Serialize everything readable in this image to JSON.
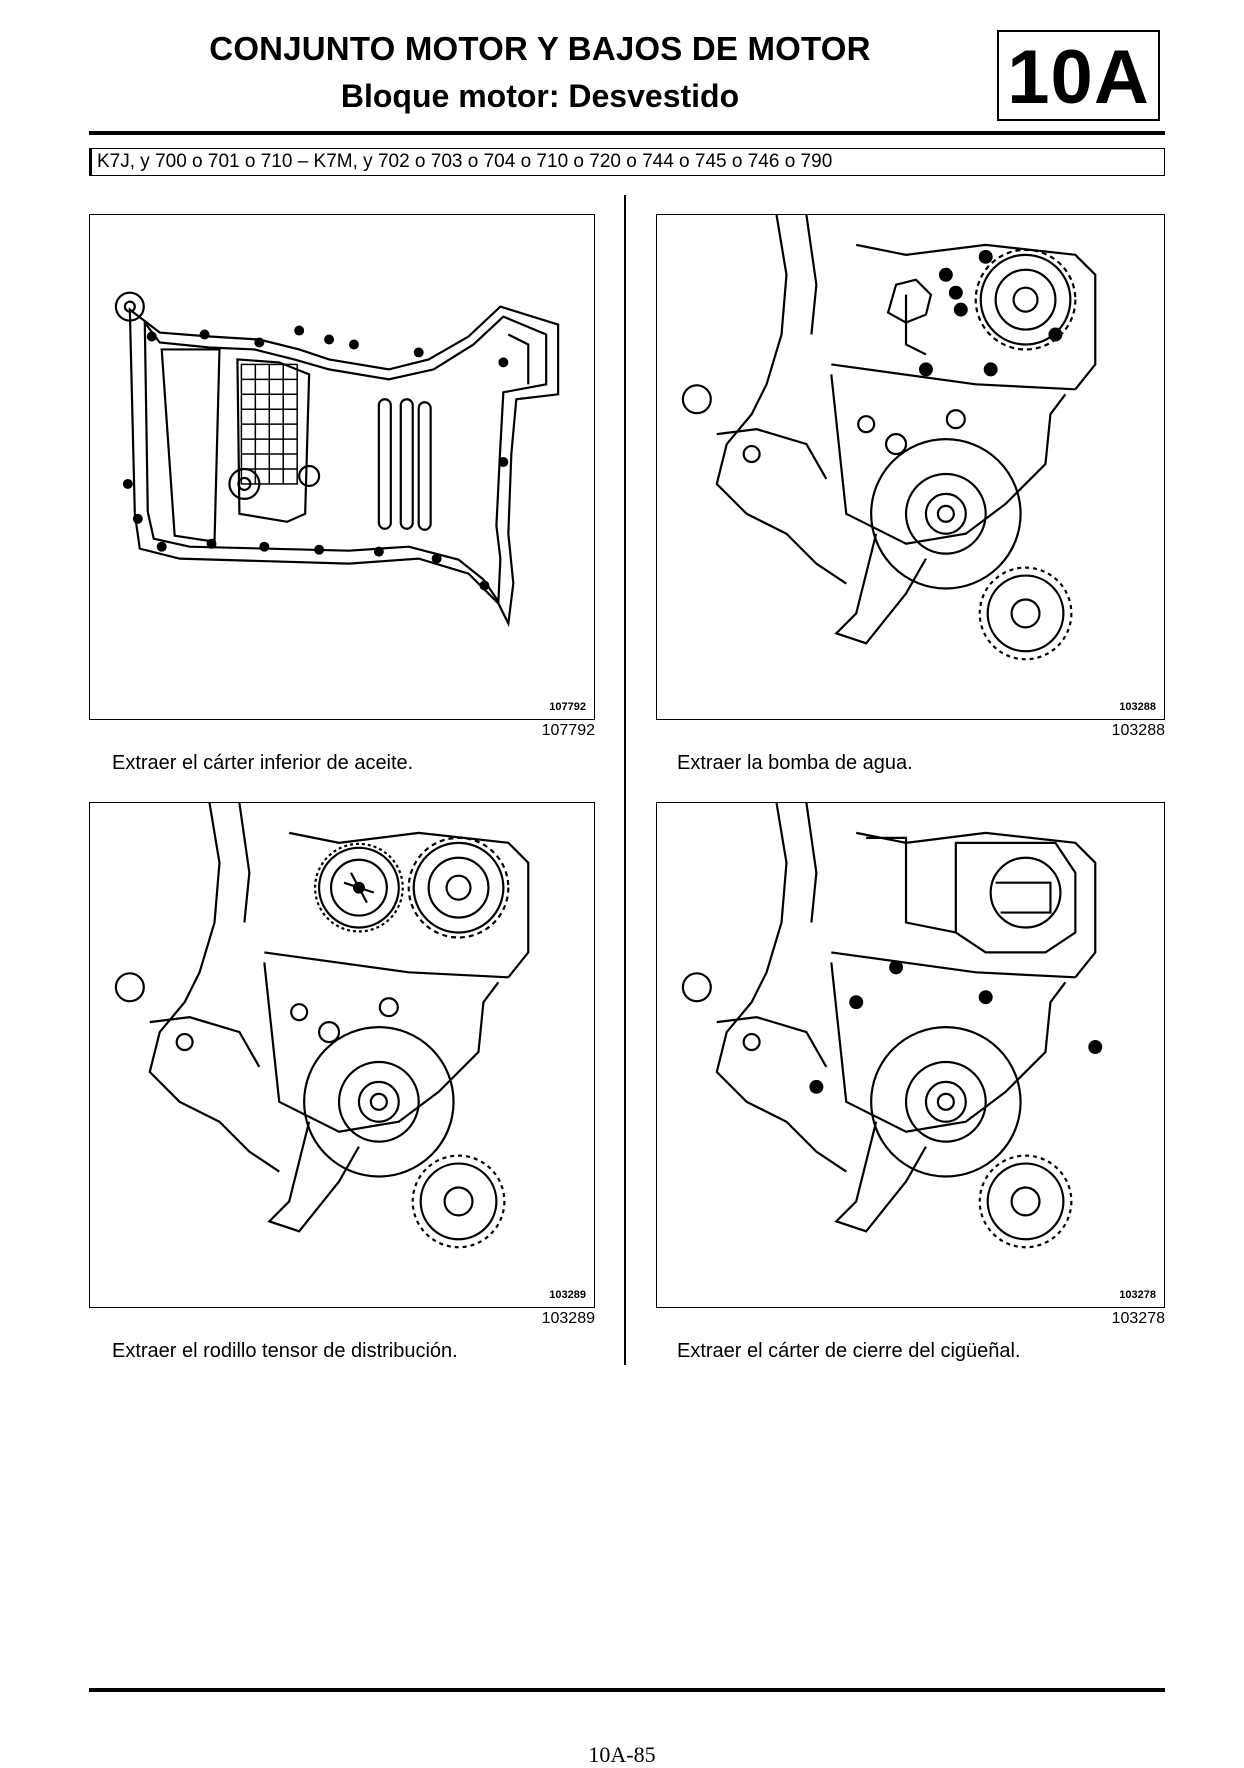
{
  "header": {
    "title": "CONJUNTO MOTOR Y BAJOS DE MOTOR",
    "subtitle": "Bloque motor: Desvestido",
    "section_code": "10A"
  },
  "applicability": "K7J, y 700 o 701 o 710 – K7M, y 702 o 703 o 704 o 710 o 720 o 744 o 745 o 746 o 790",
  "figures": [
    {
      "id": "107792",
      "caption": "Extraer el cárter inferior de aceite."
    },
    {
      "id": "103288",
      "caption": "Extraer la bomba de agua."
    },
    {
      "id": "103289",
      "caption": "Extraer el rodillo tensor de distribución."
    },
    {
      "id": "103278",
      "caption": "Extraer el cárter de cierre del cigüeñal."
    }
  ],
  "footer": {
    "page_number": "10A-85"
  }
}
